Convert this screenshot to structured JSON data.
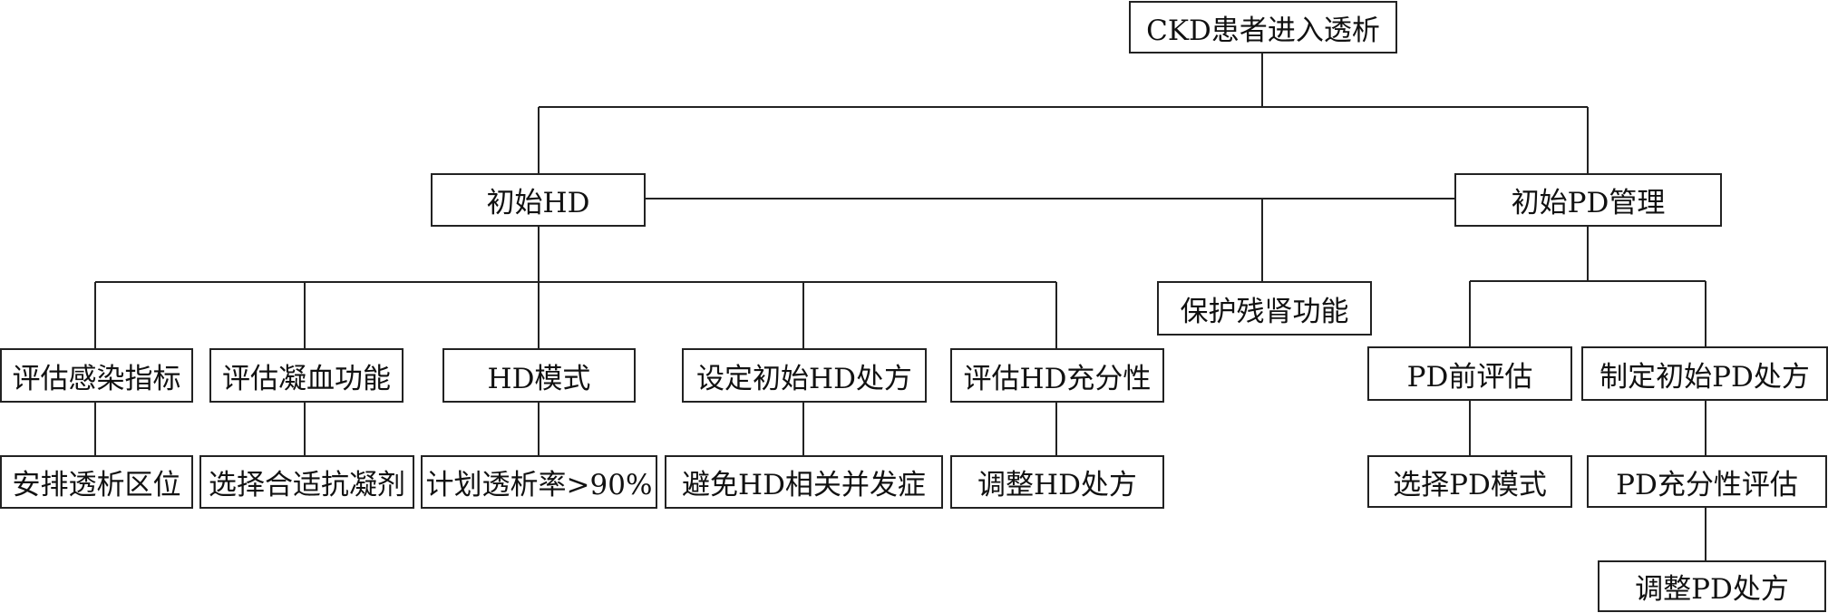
{
  "nodes": {
    "root": "CKD患者进入透析",
    "hd": "初始HD",
    "pd": "初始PD管理",
    "residual": "保护残肾功能",
    "hd_infection": "评估感染指标",
    "hd_coag": "评估凝血功能",
    "hd_mode": "HD模式",
    "hd_presc": "设定初始HD处方",
    "hd_adequacy": "评估HD充分性",
    "hd_area": "安排透析区位",
    "hd_anticoag": "选择合适抗凝剂",
    "hd_rate": "计划透析率>90%",
    "hd_complication": "避免HD相关并发症",
    "hd_adjust": "调整HD处方",
    "pd_pre": "PD前评估",
    "pd_presc": "制定初始PD处方",
    "pd_mode": "选择PD模式",
    "pd_adequacy": "PD充分性评估",
    "pd_adjust": "调整PD处方"
  }
}
